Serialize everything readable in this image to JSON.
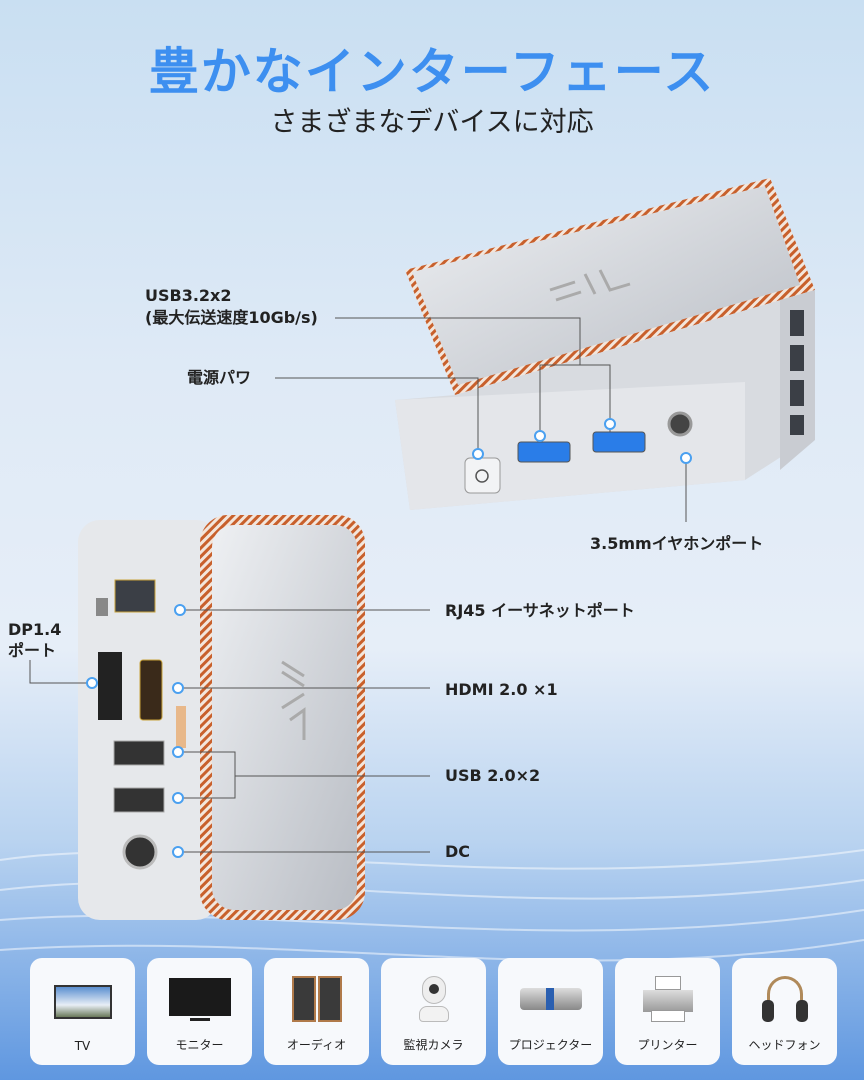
{
  "header": {
    "title": "豊かなインターフェース",
    "subtitle": "さまざまなデバイスに対応"
  },
  "labels": {
    "usb32_line1": "USB3.2x2",
    "usb32_line2": "(最大伝送速度10Gb/s)",
    "power": "電源パワ",
    "audio": "3.5mmイヤホンポート",
    "rj45": "RJ45 イーサネットポート",
    "dp_line1": "DP1.4",
    "dp_line2": "ポート",
    "hdmi": "HDMI 2.0 ×1",
    "usb20": "USB 2.0×2",
    "dc": "DC"
  },
  "devices": [
    {
      "label": "TV",
      "icon": "tv-icon"
    },
    {
      "label": "モニター",
      "icon": "monitor-icon"
    },
    {
      "label": "オーディオ",
      "icon": "speakers-icon"
    },
    {
      "label": "監視カメラ",
      "icon": "camera-icon"
    },
    {
      "label": "プロジェクター",
      "icon": "projector-icon"
    },
    {
      "label": "プリンター",
      "icon": "printer-icon"
    },
    {
      "label": "ヘッドフォン",
      "icon": "headphones-icon"
    }
  ],
  "colors": {
    "title": "#3d8ff0",
    "accent_copper": "#c8602c",
    "usb3_blue": "#2a7de8"
  }
}
